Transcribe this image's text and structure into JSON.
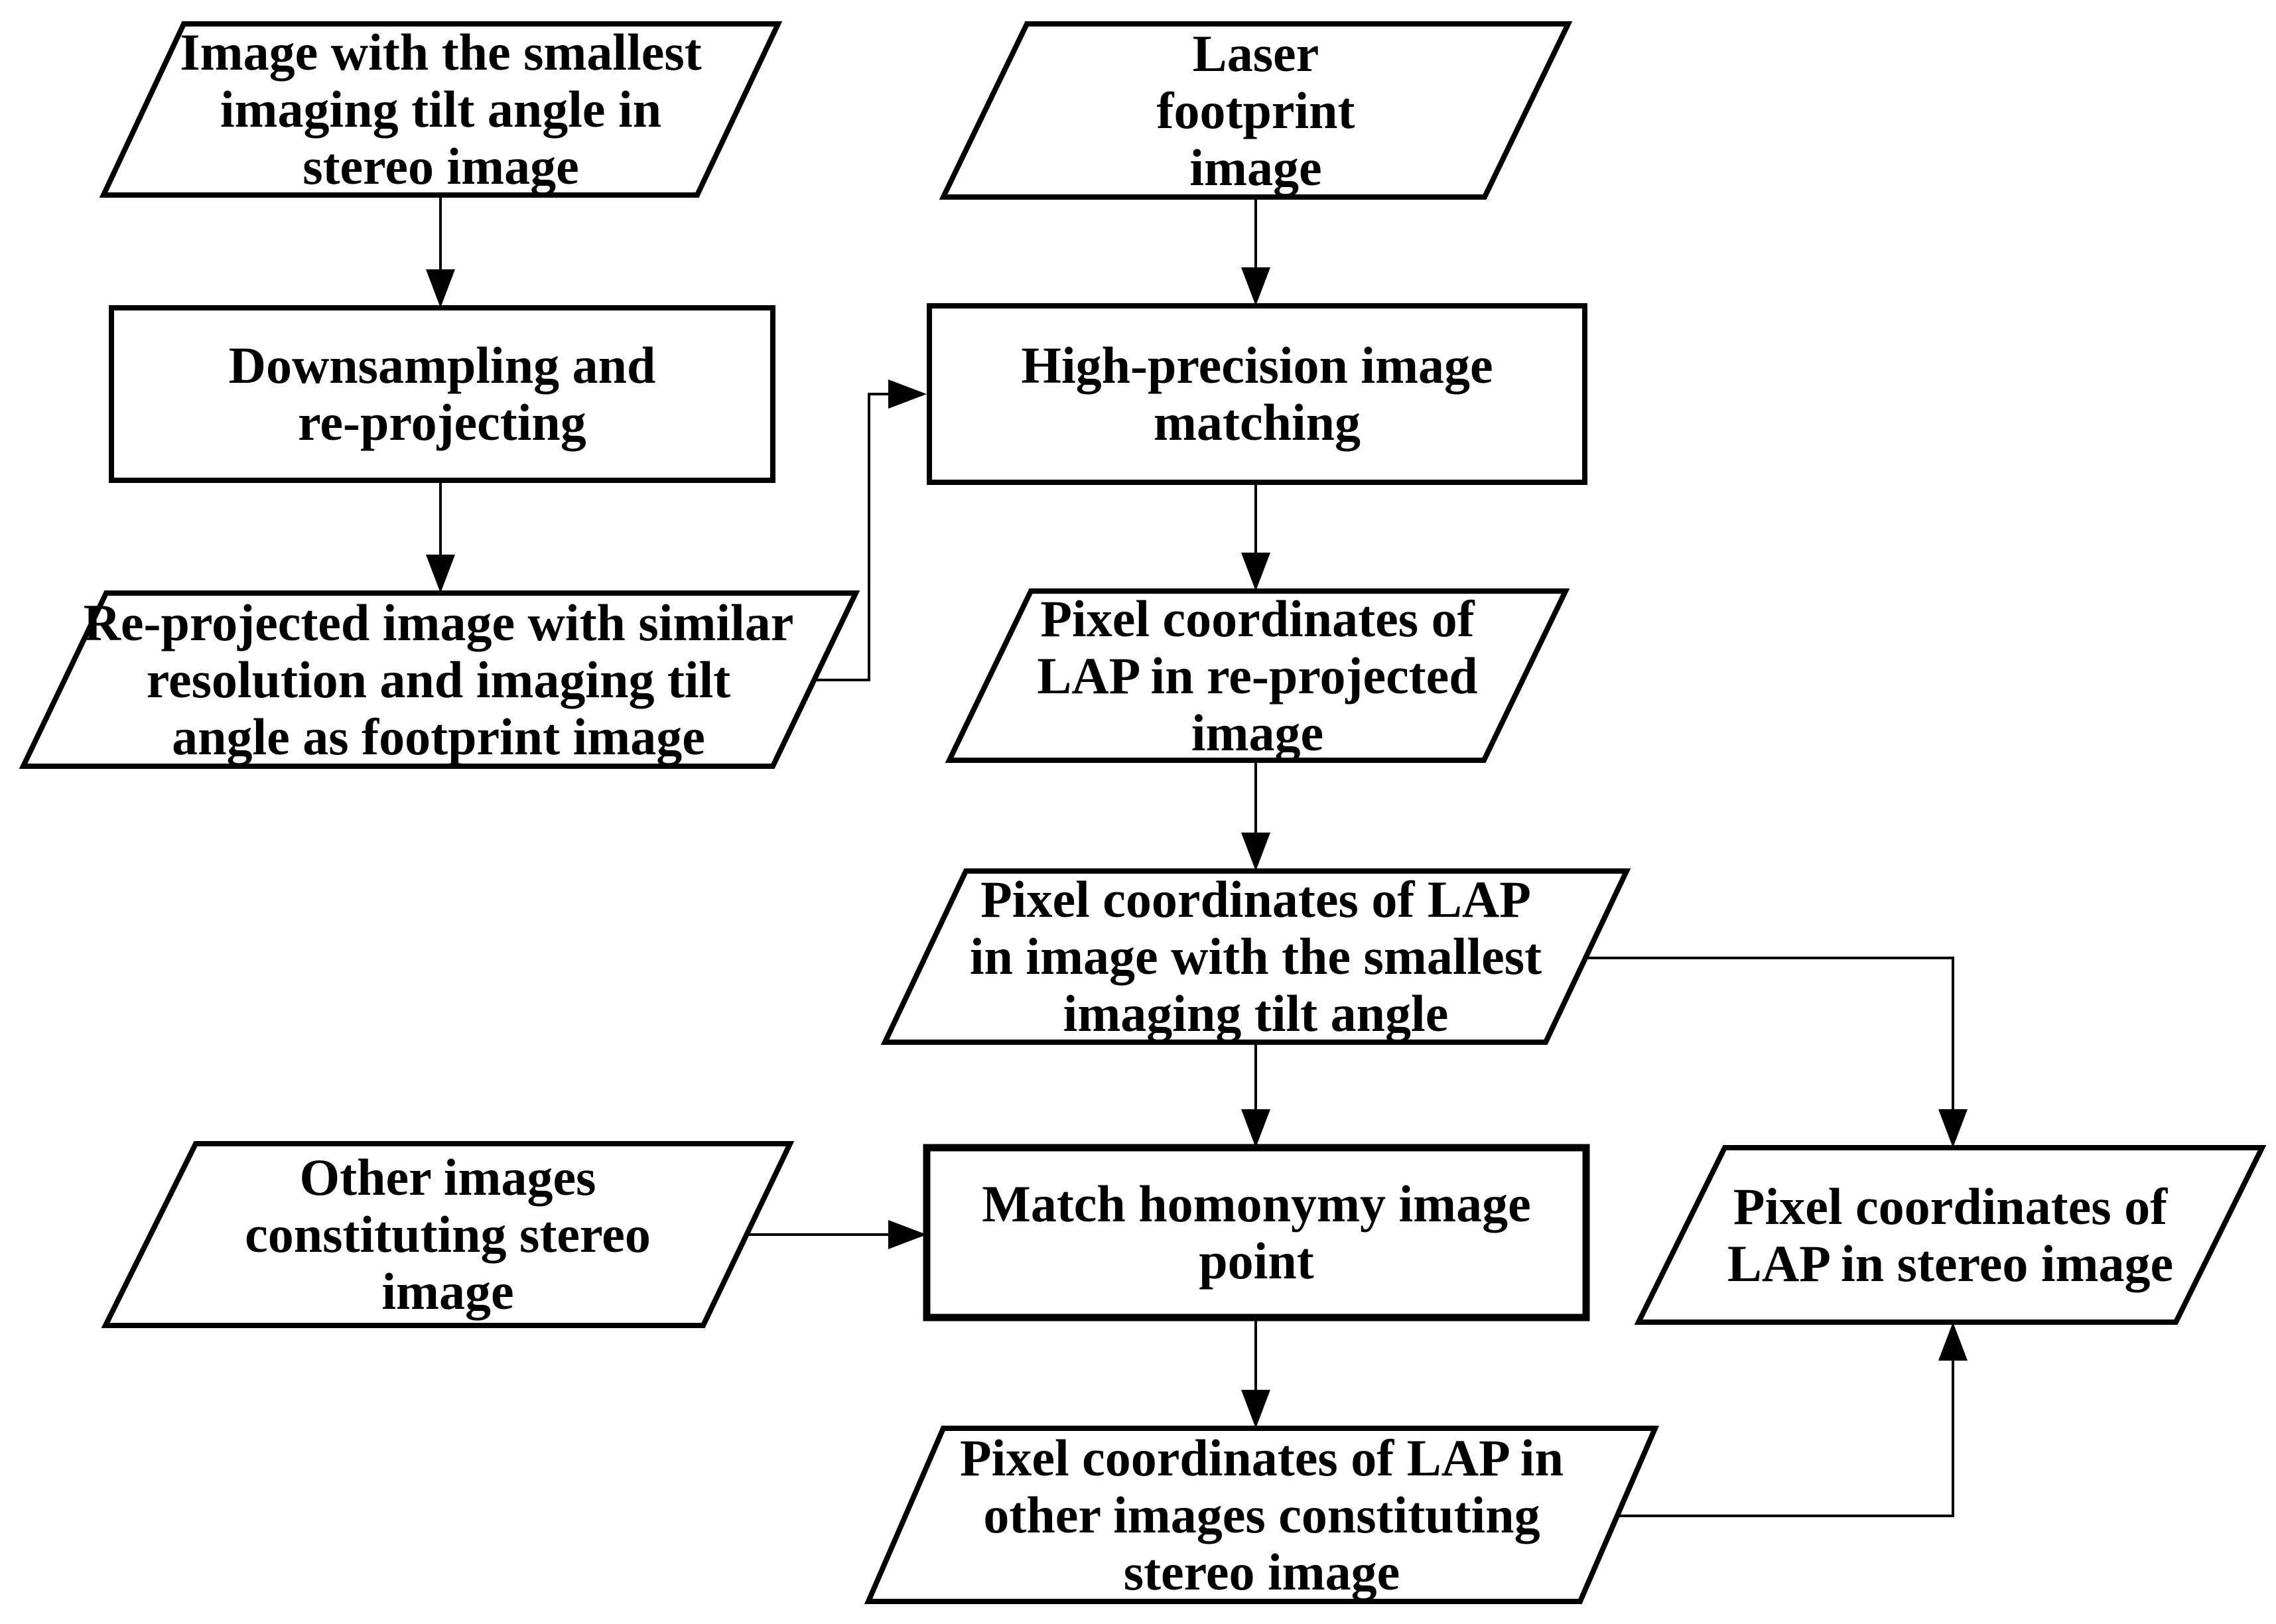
{
  "diagram": {
    "type": "flowchart",
    "colors": {
      "stroke": "#000000",
      "fill": "#ffffff",
      "text": "#000000",
      "background": "#ffffff"
    },
    "nodes": [
      {
        "id": "img-smallest-tilt",
        "shape": "parallelogram",
        "label": "Image with the smallest\nimaging tilt angle in\nstereo image"
      },
      {
        "id": "laser-footprint",
        "shape": "parallelogram",
        "label": "Laser\nfootprint\nimage"
      },
      {
        "id": "downsampling",
        "shape": "process",
        "label": "Downsampling and\nre-projecting"
      },
      {
        "id": "high-precision-matching",
        "shape": "process",
        "label": "High-precision image\nmatching"
      },
      {
        "id": "reprojected-image",
        "shape": "parallelogram",
        "label": "Re-projected image with similar\nresolution and imaging tilt\nangle as footprint image"
      },
      {
        "id": "lap-reprojected",
        "shape": "parallelogram",
        "label": "Pixel coordinates of\nLAP in re-projected\nimage"
      },
      {
        "id": "lap-smallest-tilt",
        "shape": "parallelogram",
        "label": "Pixel coordinates of LAP\nin image with the smallest\nimaging tilt angle"
      },
      {
        "id": "other-images",
        "shape": "parallelogram",
        "label": "Other images\nconstituting stereo\nimage"
      },
      {
        "id": "match-homonymy",
        "shape": "process",
        "label": "Match homonymy image\npoint"
      },
      {
        "id": "lap-stereo",
        "shape": "parallelogram",
        "label": "Pixel coordinates of\nLAP in stereo image"
      },
      {
        "id": "lap-other-images",
        "shape": "parallelogram",
        "label": "Pixel coordinates of LAP in\nother images constituting\nstereo image"
      }
    ],
    "edges": [
      {
        "from": "img-smallest-tilt",
        "to": "downsampling"
      },
      {
        "from": "laser-footprint",
        "to": "high-precision-matching"
      },
      {
        "from": "downsampling",
        "to": "reprojected-image"
      },
      {
        "from": "reprojected-image",
        "to": "high-precision-matching"
      },
      {
        "from": "high-precision-matching",
        "to": "lap-reprojected"
      },
      {
        "from": "lap-reprojected",
        "to": "lap-smallest-tilt"
      },
      {
        "from": "lap-smallest-tilt",
        "to": "match-homonymy"
      },
      {
        "from": "other-images",
        "to": "match-homonymy"
      },
      {
        "from": "match-homonymy",
        "to": "lap-other-images"
      },
      {
        "from": "lap-smallest-tilt",
        "to": "lap-stereo"
      },
      {
        "from": "lap-other-images",
        "to": "lap-stereo"
      }
    ]
  }
}
